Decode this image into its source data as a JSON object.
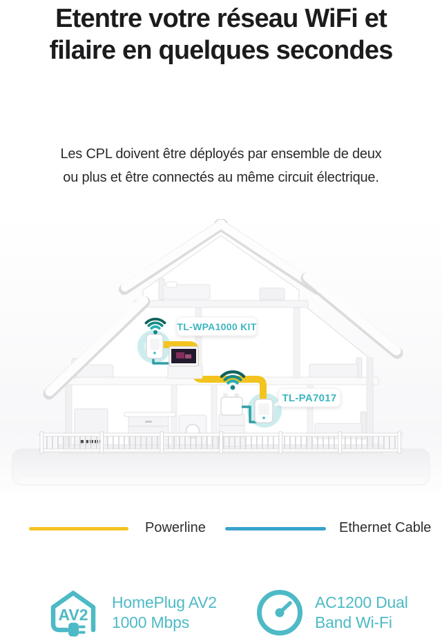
{
  "header": {
    "title_line1": "Etentre votre réseau WiFi et",
    "title_line2": "filaire en quelques secondes"
  },
  "subtitle": {
    "line1": "Les CPL doivent être déployés par ensemble de deux",
    "line2": "ou plus et être connectés au même circuit électrique."
  },
  "diagram": {
    "upper_device_label": "TL-WPA1000 KIT",
    "lower_device_label": "TL-PA7017",
    "icons": {
      "upper_wifi": "wifi-icon",
      "router_wifi": "wifi-icon"
    }
  },
  "legend": {
    "powerline": {
      "label": "Powerline",
      "color": "#F3C31F"
    },
    "ethernet": {
      "label": "Ethernet Cable",
      "color": "#3AA3CB"
    }
  },
  "features": [
    {
      "icon": "homeplug-av2-house-plug-icon",
      "badge": "AV2",
      "line1": "HomePlug AV2",
      "line2": "1000 Mbps"
    },
    {
      "icon": "speed-gauge-icon",
      "line1": "AC1200 Dual",
      "line2": "Band Wi-Fi"
    }
  ],
  "colors": {
    "accent_teal": "#4DBAC6",
    "label_teal": "#3CB6C0",
    "powerline_yellow": "#F3C31F",
    "ethernet_blue": "#3AA3CB",
    "ethernet_cable_teal": "#2E9FA6",
    "title_text": "#1c1c1e"
  }
}
